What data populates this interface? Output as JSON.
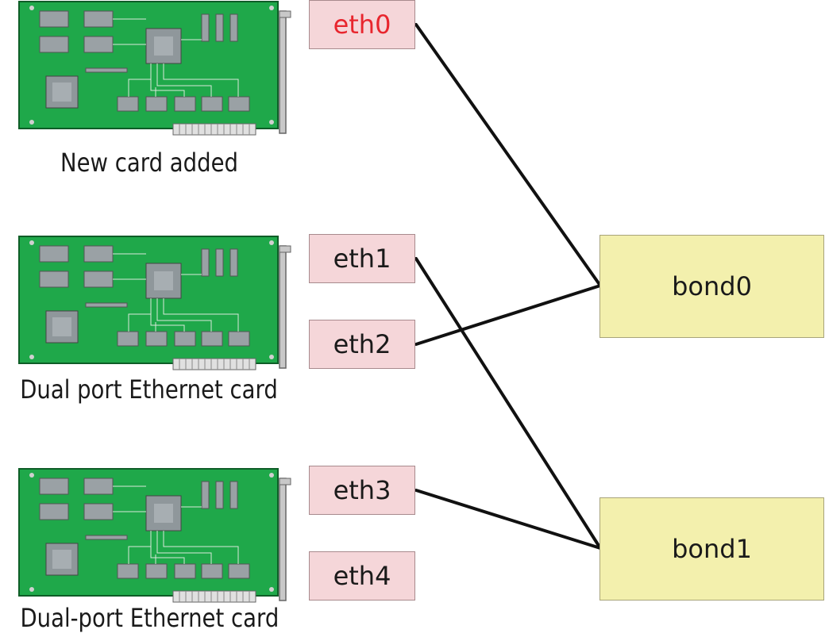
{
  "cards": [
    {
      "label": "New card added"
    },
    {
      "label": "Dual port Ethernet card"
    },
    {
      "label": "Dual-port Ethernet card"
    }
  ],
  "ports": [
    {
      "label": "eth0",
      "highlight": true
    },
    {
      "label": "eth1",
      "highlight": false
    },
    {
      "label": "eth2",
      "highlight": false
    },
    {
      "label": "eth3",
      "highlight": false
    },
    {
      "label": "eth4",
      "highlight": false
    }
  ],
  "bonds": [
    {
      "label": "bond0"
    },
    {
      "label": "bond1"
    }
  ],
  "links": [
    {
      "from": "eth0",
      "to": "bond0"
    },
    {
      "from": "eth2",
      "to": "bond0"
    },
    {
      "from": "eth1",
      "to": "bond1"
    },
    {
      "from": "eth3",
      "to": "bond1"
    }
  ],
  "colors": {
    "board": "#1fa84a",
    "port_fill": "#f5d6d9",
    "bond_fill": "#f3f0ad",
    "highlight_text": "#e8262e"
  }
}
